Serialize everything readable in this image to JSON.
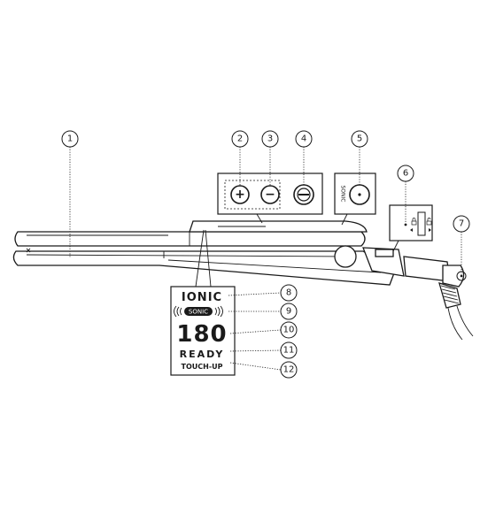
{
  "callouts": [
    {
      "number": "1"
    },
    {
      "number": "2"
    },
    {
      "number": "3"
    },
    {
      "number": "4"
    },
    {
      "number": "5"
    },
    {
      "number": "6"
    },
    {
      "number": "7"
    },
    {
      "number": "8"
    },
    {
      "number": "9"
    },
    {
      "number": "10"
    },
    {
      "number": "11"
    },
    {
      "number": "12"
    }
  ],
  "buttons": {
    "plus_symbol": "+",
    "minus_symbol": "−",
    "sonic_label": "SONIC"
  },
  "display": {
    "ionic": "IONIC",
    "sonic": "SONIC",
    "temperature": "180",
    "ready": "READY",
    "touch_up": "TOUCH-UP"
  }
}
